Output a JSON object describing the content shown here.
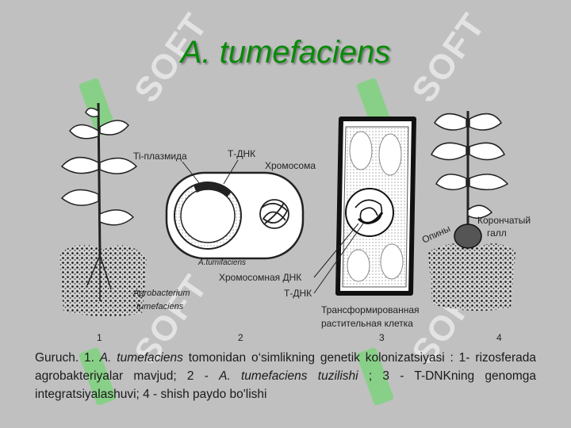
{
  "title": "A. tumefaciens",
  "labels": {
    "ti_plasmid": "Ti-плазмида",
    "t_dna_top": "Т-ДНК",
    "chromosome": "Хромосома",
    "cell_name": "A.tumifaciens",
    "chromosomal_dna": "Хромосомная ДНК",
    "t_dna_bottom": "Т-ДНК",
    "transformed_cell_line1": "Трансформированная",
    "transformed_cell_line2": "растительная клетка",
    "opines": "Опины",
    "gall_line1": "Корончатый",
    "gall_line2": "галл",
    "agro_line1": "Agrobacterium",
    "agro_line2": "tumefaciens"
  },
  "panel_numbers": [
    "1",
    "2",
    "3",
    "4"
  ],
  "caption": {
    "p1": "Guruch. 1. ",
    "p2": "A. tumefaciens",
    "p3": " tomonidan o‘simlikning genetik kolonizatsiyasi : 1- rizosferada agrobakteriyalar mavjud; 2 - ",
    "p4": "A. tumefaciens tuzilishi",
    "p5": " ; 3 - T-DNKning genomga integratsiyalashuvi; 4 - shish paydo bo'lishi"
  },
  "watermark": {
    "text": "SOFT"
  },
  "colors": {
    "title": "#0a8a0a",
    "background": "#c0c0c0",
    "watermark": "#5adc5a"
  }
}
